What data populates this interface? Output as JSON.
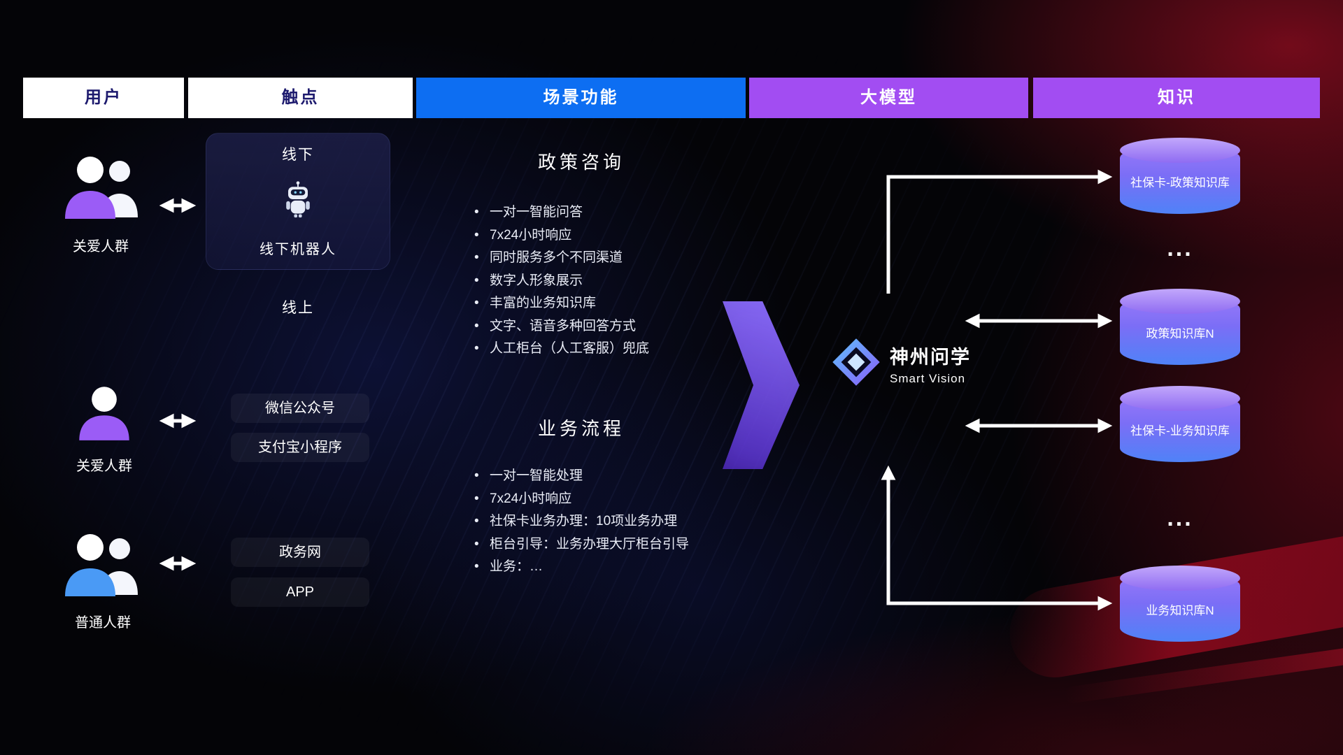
{
  "headers": [
    {
      "label": "用户"
    },
    {
      "label": "触点"
    },
    {
      "label": "场景功能"
    },
    {
      "label": "大模型"
    },
    {
      "label": "知识"
    }
  ],
  "users": {
    "items": [
      {
        "label": "关爱人群",
        "icon": "group-people-purple-icon"
      },
      {
        "label": "关爱人群",
        "icon": "person-purple-icon"
      },
      {
        "label": "普通人群",
        "icon": "group-people-blue-icon"
      }
    ]
  },
  "touchpoints": {
    "offline_title": "线下",
    "robot_label": "线下机器人",
    "robot_icon": "robot-icon",
    "online_title": "线上",
    "channels": [
      "微信公众号",
      "支付宝小程序",
      "政务网",
      "APP"
    ]
  },
  "scenarios": [
    {
      "title": "政策咨询",
      "items": [
        "一对一智能问答",
        "7x24小时响应",
        "同时服务多个不同渠道",
        "数字人形象展示",
        "丰富的业务知识库",
        "文字、语音多种回答方式",
        "人工柜台（人工客服）兜底"
      ]
    },
    {
      "title": "业务流程",
      "items": [
        "一对一智能处理",
        "7x24小时响应",
        "社保卡业务办理：10项业务办理",
        "柜台引导：业务办理大厅柜台引导",
        "业务：…"
      ]
    }
  ],
  "model": {
    "name": "神州问学",
    "subtitle": "Smart Vision",
    "logo_icon": "diamond-gem-icon"
  },
  "knowledge": {
    "databases": [
      "社保卡-政策知识库",
      "政策知识库N",
      "社保卡-业务知识库",
      "业务知识库N"
    ],
    "ellipsis": "..."
  },
  "colors": {
    "header_blue": "#0d6ef2",
    "header_purple": "#a24df2",
    "accent_purple": "#9b5cf6",
    "accent_blue": "#4a9af5",
    "db_top": "#c2a7fb",
    "db_bottom": "#4f82f7",
    "arrow": "#ffffff"
  }
}
